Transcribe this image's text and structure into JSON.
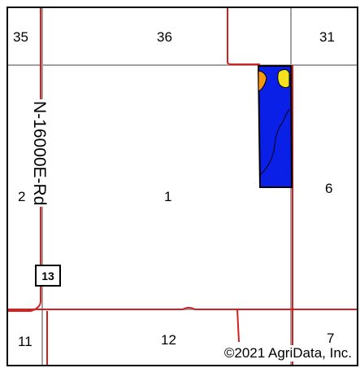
{
  "map": {
    "sections": {
      "s35": "35",
      "s36": "36",
      "s31": "31",
      "s2": "2",
      "s1": "1",
      "s6": "6",
      "s11": "11",
      "s12": "12",
      "s7": "7"
    },
    "road_name": "N-16000E-Rd",
    "highway_number": "13",
    "copyright": "©2021 AgriData, Inc.",
    "colors": {
      "section_line": "#a0a0a0",
      "road": "#d42020",
      "field_fill": "#0a20e6",
      "field_orange": "#f59a10",
      "field_yellow": "#f5e020",
      "outline": "#000000"
    }
  }
}
